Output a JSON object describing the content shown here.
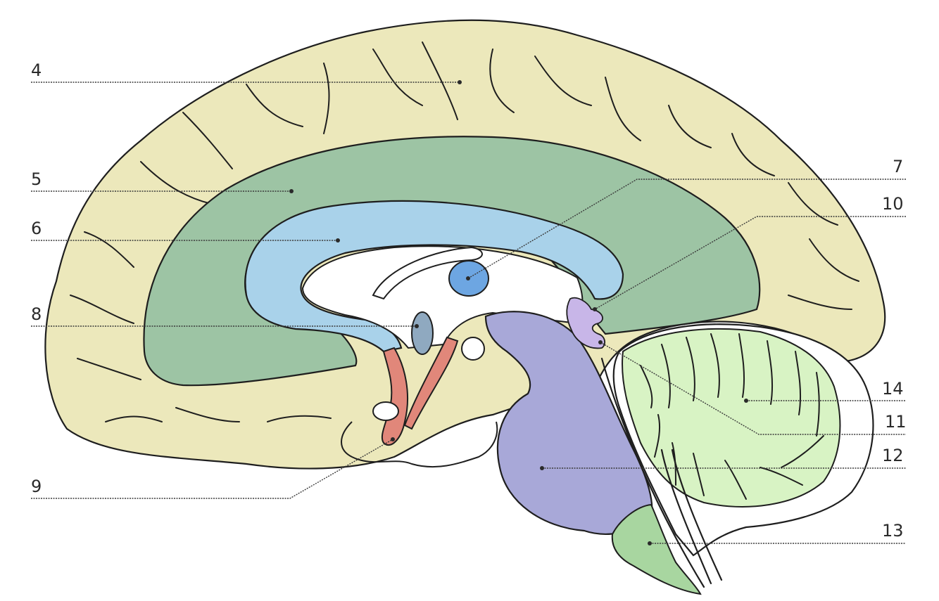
{
  "labels": {
    "l4": "4",
    "l5": "5",
    "l6": "6",
    "l7": "7",
    "l8": "8",
    "l9": "9",
    "l10": "10",
    "l11": "11",
    "l12": "12",
    "l13": "13",
    "l14": "14"
  },
  "colors": {
    "cerebral_cortex": "#ece8bb",
    "corpus_callosum": "#9dc4a4",
    "lateral_ventricle": "#a9d2ea",
    "third_ventricle_nucleus": "#6da6e2",
    "fornix_body": "#8fa9c0",
    "hypothalamus_red": "#e1877a",
    "brainstem": "#a8a8d8",
    "medulla": "#a8d6a0",
    "pineal": "#c8b6e8",
    "cerebellum": "#d8f3c4"
  }
}
